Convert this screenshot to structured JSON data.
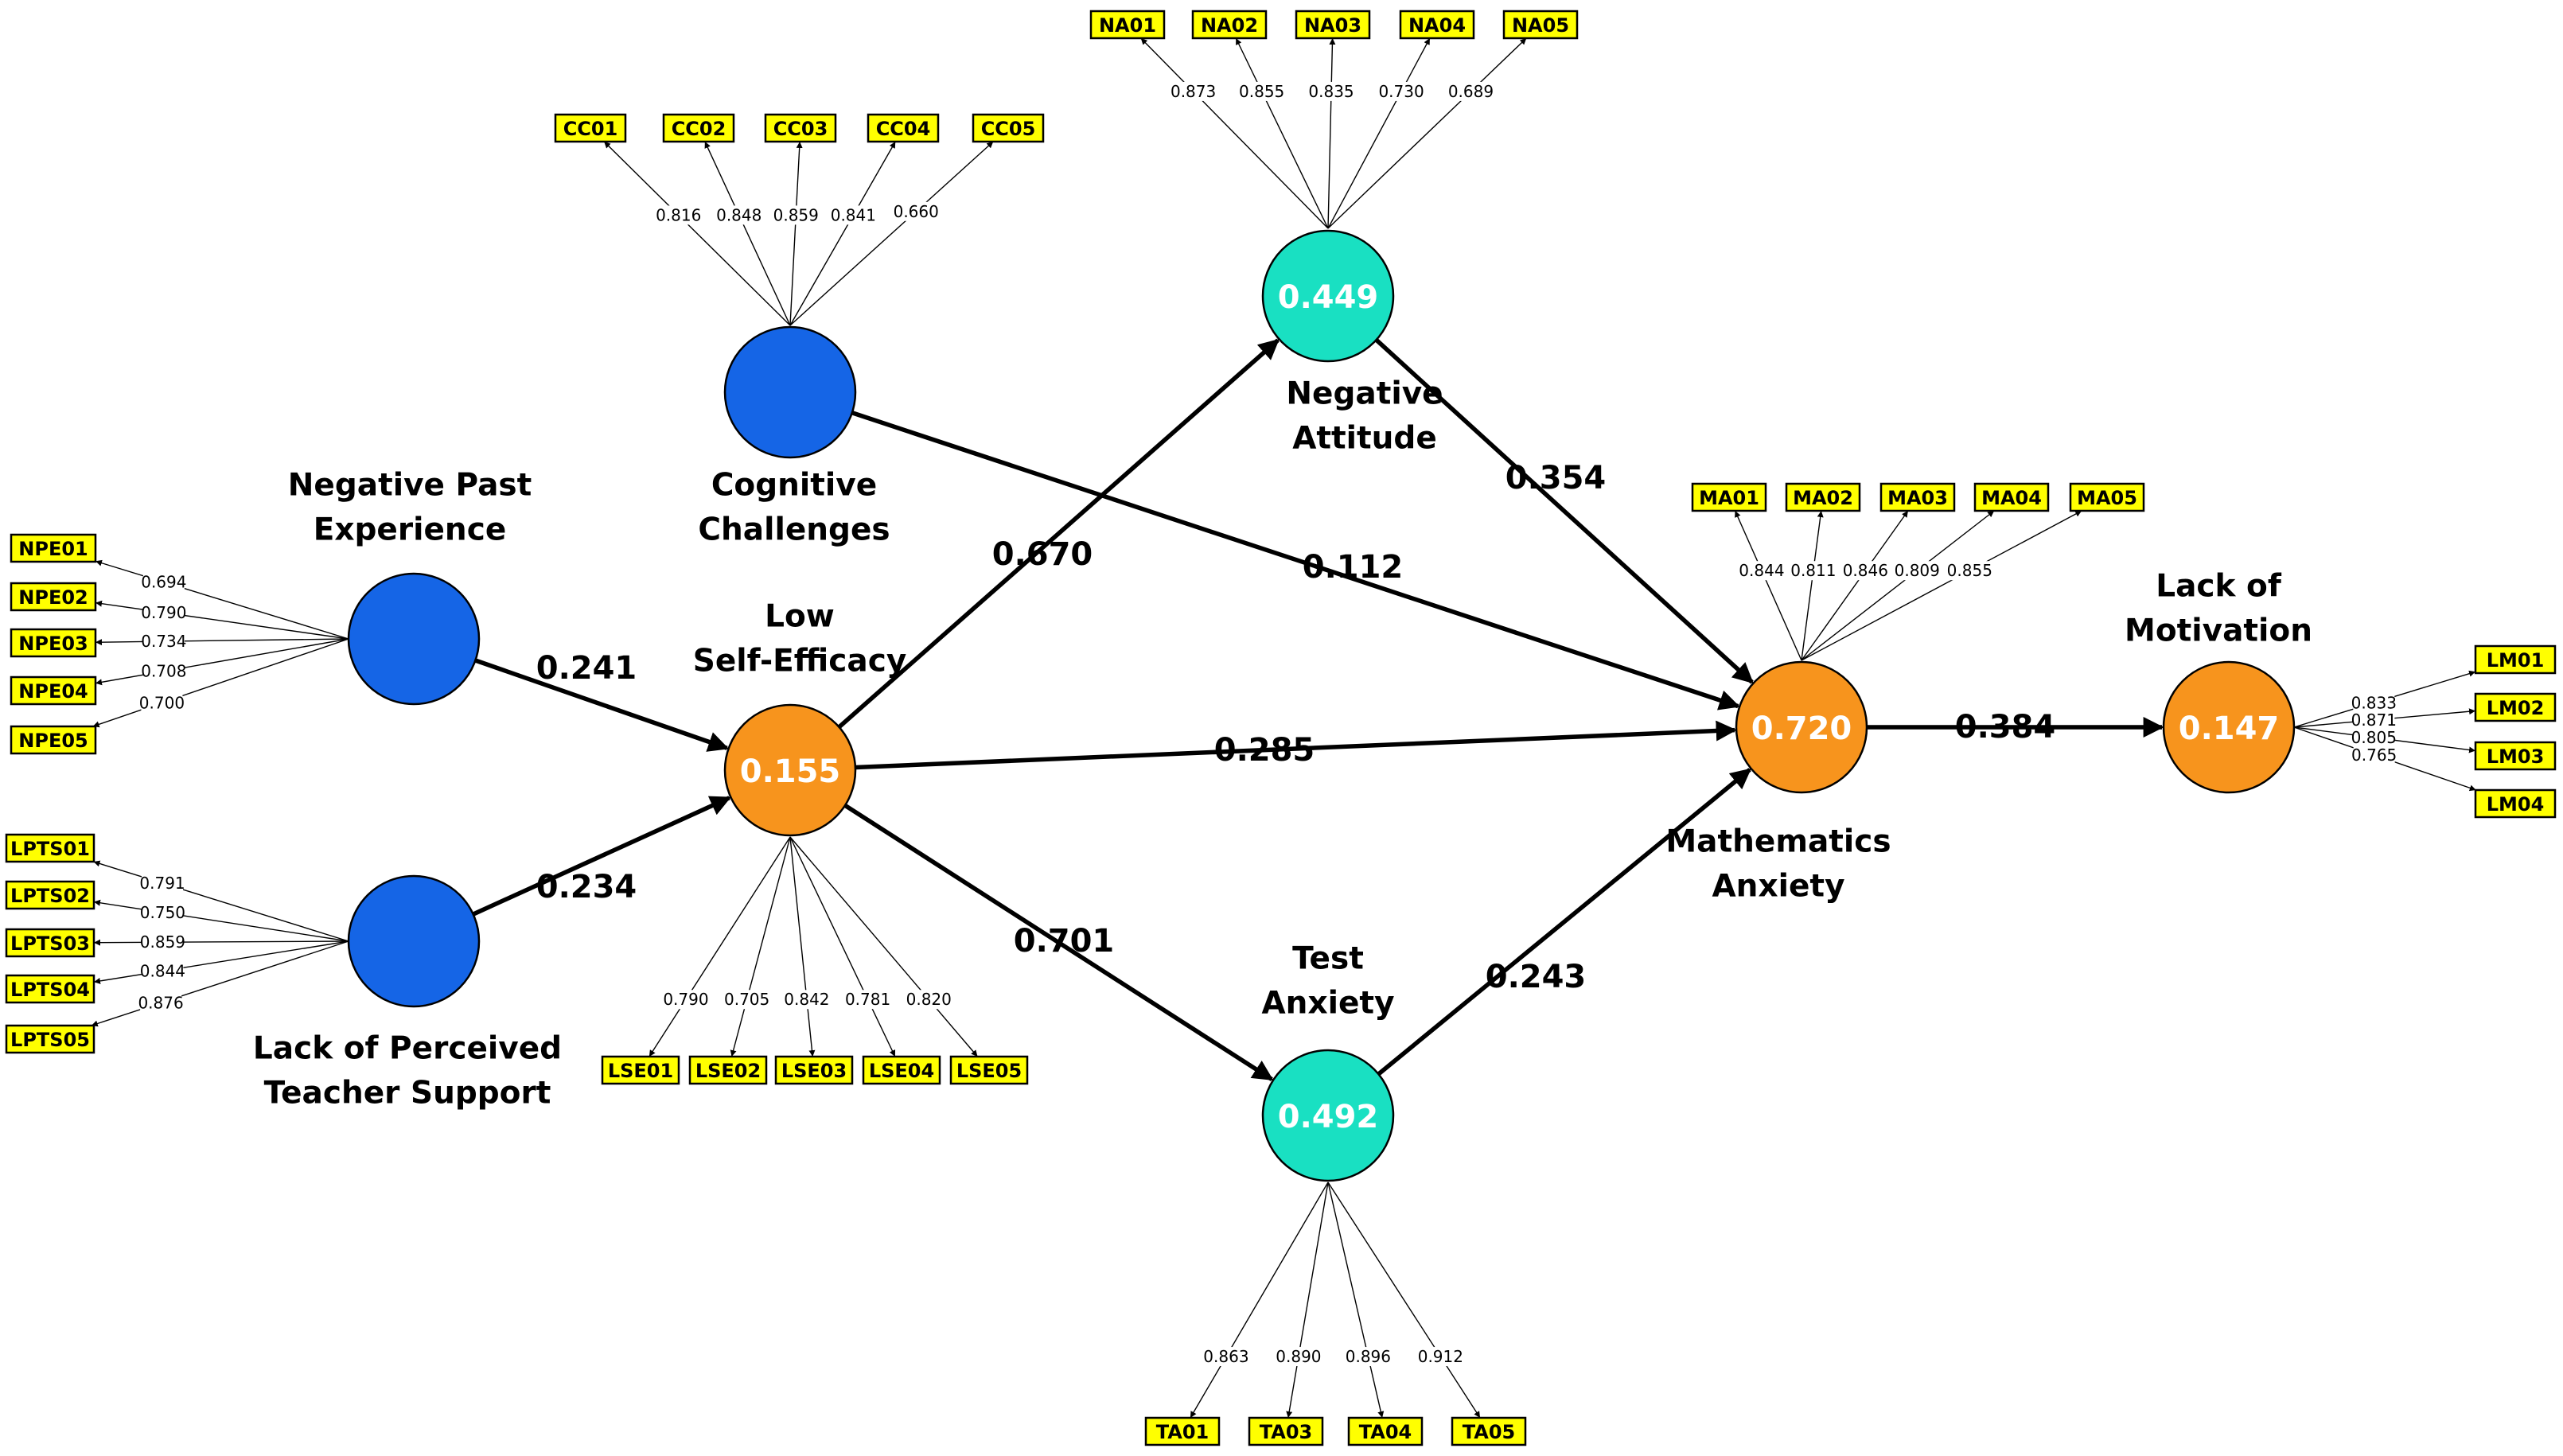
{
  "colors": {
    "exogenous": "#1565e6",
    "endogenous": "#f7941d",
    "mediator": "#19e0c2",
    "indicator_fill": "#ffff00"
  },
  "constructs": {
    "CC": {
      "label": [
        "Cognitive",
        "Challenges"
      ],
      "value": ""
    },
    "NPE": {
      "label": [
        "Negative Past",
        "Experience"
      ],
      "value": ""
    },
    "LPTS": {
      "label": [
        "Lack of Perceived",
        "Teacher Support"
      ],
      "value": ""
    },
    "LSE": {
      "label": [
        "Low",
        "Self-Efficacy"
      ],
      "value": "0.155"
    },
    "NA": {
      "label": [
        "Negative",
        "Attitude"
      ],
      "value": "0.449"
    },
    "TA": {
      "label": [
        "Test",
        "Anxiety"
      ],
      "value": "0.492"
    },
    "MA": {
      "label": [
        "Mathematics",
        "Anxiety"
      ],
      "value": "0.720"
    },
    "LM": {
      "label": [
        "Lack of",
        "Motivation"
      ],
      "value": "0.147"
    }
  },
  "indicators": {
    "CC": [
      {
        "name": "CC01",
        "loading": "0.816"
      },
      {
        "name": "CC02",
        "loading": "0.848"
      },
      {
        "name": "CC03",
        "loading": "0.859"
      },
      {
        "name": "CC04",
        "loading": "0.841"
      },
      {
        "name": "CC05",
        "loading": "0.660"
      }
    ],
    "NA": [
      {
        "name": "NA01",
        "loading": "0.873"
      },
      {
        "name": "NA02",
        "loading": "0.855"
      },
      {
        "name": "NA03",
        "loading": "0.835"
      },
      {
        "name": "NA04",
        "loading": "0.730"
      },
      {
        "name": "NA05",
        "loading": "0.689"
      }
    ],
    "NPE": [
      {
        "name": "NPE01",
        "loading": "0.694"
      },
      {
        "name": "NPE02",
        "loading": "0.790"
      },
      {
        "name": "NPE03",
        "loading": "0.734"
      },
      {
        "name": "NPE04",
        "loading": "0.708"
      },
      {
        "name": "NPE05",
        "loading": "0.700"
      }
    ],
    "LPTS": [
      {
        "name": "LPTS01",
        "loading": "0.791"
      },
      {
        "name": "LPTS02",
        "loading": "0.750"
      },
      {
        "name": "LPTS03",
        "loading": "0.859"
      },
      {
        "name": "LPTS04",
        "loading": "0.844"
      },
      {
        "name": "LPTS05",
        "loading": "0.876"
      }
    ],
    "LSE": [
      {
        "name": "LSE01",
        "loading": "0.790"
      },
      {
        "name": "LSE02",
        "loading": "0.705"
      },
      {
        "name": "LSE03",
        "loading": "0.842"
      },
      {
        "name": "LSE04",
        "loading": "0.781"
      },
      {
        "name": "LSE05",
        "loading": "0.820"
      }
    ],
    "MA": [
      {
        "name": "MA01",
        "loading": "0.844"
      },
      {
        "name": "MA02",
        "loading": "0.811"
      },
      {
        "name": "MA03",
        "loading": "0.846"
      },
      {
        "name": "MA04",
        "loading": "0.809"
      },
      {
        "name": "MA05",
        "loading": "0.855"
      }
    ],
    "TA": [
      {
        "name": "TA01",
        "loading": "0.863"
      },
      {
        "name": "TA03",
        "loading": "0.890"
      },
      {
        "name": "TA04",
        "loading": "0.896"
      },
      {
        "name": "TA05",
        "loading": "0.912"
      }
    ],
    "LM": [
      {
        "name": "LM01",
        "loading": "0.833"
      },
      {
        "name": "LM02",
        "loading": "0.871"
      },
      {
        "name": "LM03",
        "loading": "0.805"
      },
      {
        "name": "LM04",
        "loading": "0.765"
      }
    ]
  },
  "paths": [
    {
      "from": "NPE",
      "to": "LSE",
      "coef": "0.241"
    },
    {
      "from": "LPTS",
      "to": "LSE",
      "coef": "0.234"
    },
    {
      "from": "LSE",
      "to": "NA",
      "coef": "0.670"
    },
    {
      "from": "LSE",
      "to": "TA",
      "coef": "0.701"
    },
    {
      "from": "LSE",
      "to": "MA",
      "coef": "0.285"
    },
    {
      "from": "CC",
      "to": "MA",
      "coef": "0.112"
    },
    {
      "from": "NA",
      "to": "MA",
      "coef": "0.354"
    },
    {
      "from": "TA",
      "to": "MA",
      "coef": "0.243"
    },
    {
      "from": "MA",
      "to": "LM",
      "coef": "0.384"
    }
  ]
}
